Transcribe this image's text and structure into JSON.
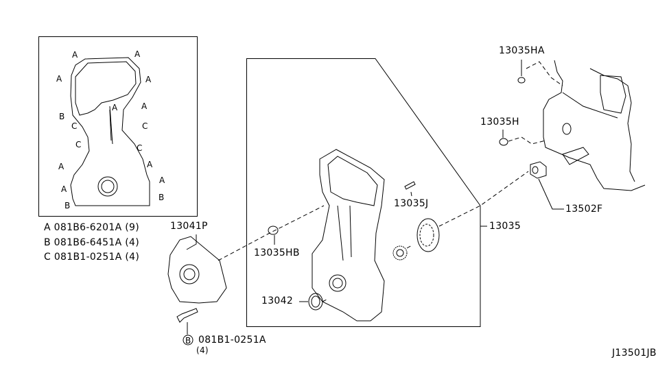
{
  "diagram": {
    "inset": {
      "markers": [
        "A",
        "A",
        "A",
        "A",
        "A",
        "A",
        "A",
        "A",
        "A",
        "A",
        "A",
        "B",
        "B",
        "B",
        "C",
        "C",
        "C",
        "C"
      ]
    },
    "fastener_legend": [
      {
        "letter": "A",
        "part": "081B6-6201A",
        "qty": "(9)"
      },
      {
        "letter": "B",
        "part": "081B6-6451A",
        "qty": "(4)"
      },
      {
        "letter": "C",
        "part": "081B1-0251A",
        "qty": "(4)"
      }
    ],
    "parts": {
      "p13041P": "13041P",
      "p13035HA": "13035HA",
      "p13035H": "13035H",
      "p13502F": "13502F",
      "p13035J": "13035J",
      "p13035": "13035",
      "p13035HB": "13035HB",
      "p13042": "13042"
    },
    "bolt_callout": {
      "circle_letter": "B",
      "part": "081B1-0251A",
      "qty": "(4)"
    },
    "diagram_id": "J13501JB",
    "colors": {
      "ink": "#000000",
      "background": "#ffffff"
    }
  }
}
